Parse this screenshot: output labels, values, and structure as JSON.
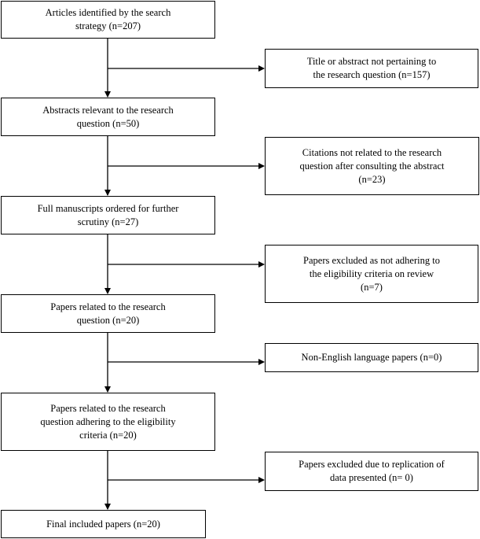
{
  "flow": {
    "main": [
      {
        "text": "Articles identified by the search\nstrategy (n=207)"
      },
      {
        "text": "Abstracts relevant to the research\nquestion (n=50)"
      },
      {
        "text": "Full manuscripts ordered for further\nscrutiny (n=27)"
      },
      {
        "text": "Papers related to the research\nquestion (n=20)"
      },
      {
        "text": "Papers related to the research\nquestion adhering to the eligibility\ncriteria (n=20)"
      },
      {
        "text": "Final included papers (n=20)"
      }
    ],
    "exclusions": [
      {
        "text": "Title or abstract not pertaining to\nthe research question (n=157)"
      },
      {
        "text": "Citations not related to the research\nquestion after consulting the abstract\n(n=23)"
      },
      {
        "text": "Papers excluded as not adhering to\nthe eligibility criteria on review\n(n=7)"
      },
      {
        "text": "Non-English language papers (n=0)"
      },
      {
        "text": "Papers excluded due to replication of\ndata presented (n= 0)"
      }
    ]
  },
  "colors": {
    "line": "#000000",
    "box_border": "#000000",
    "background": "#ffffff"
  }
}
